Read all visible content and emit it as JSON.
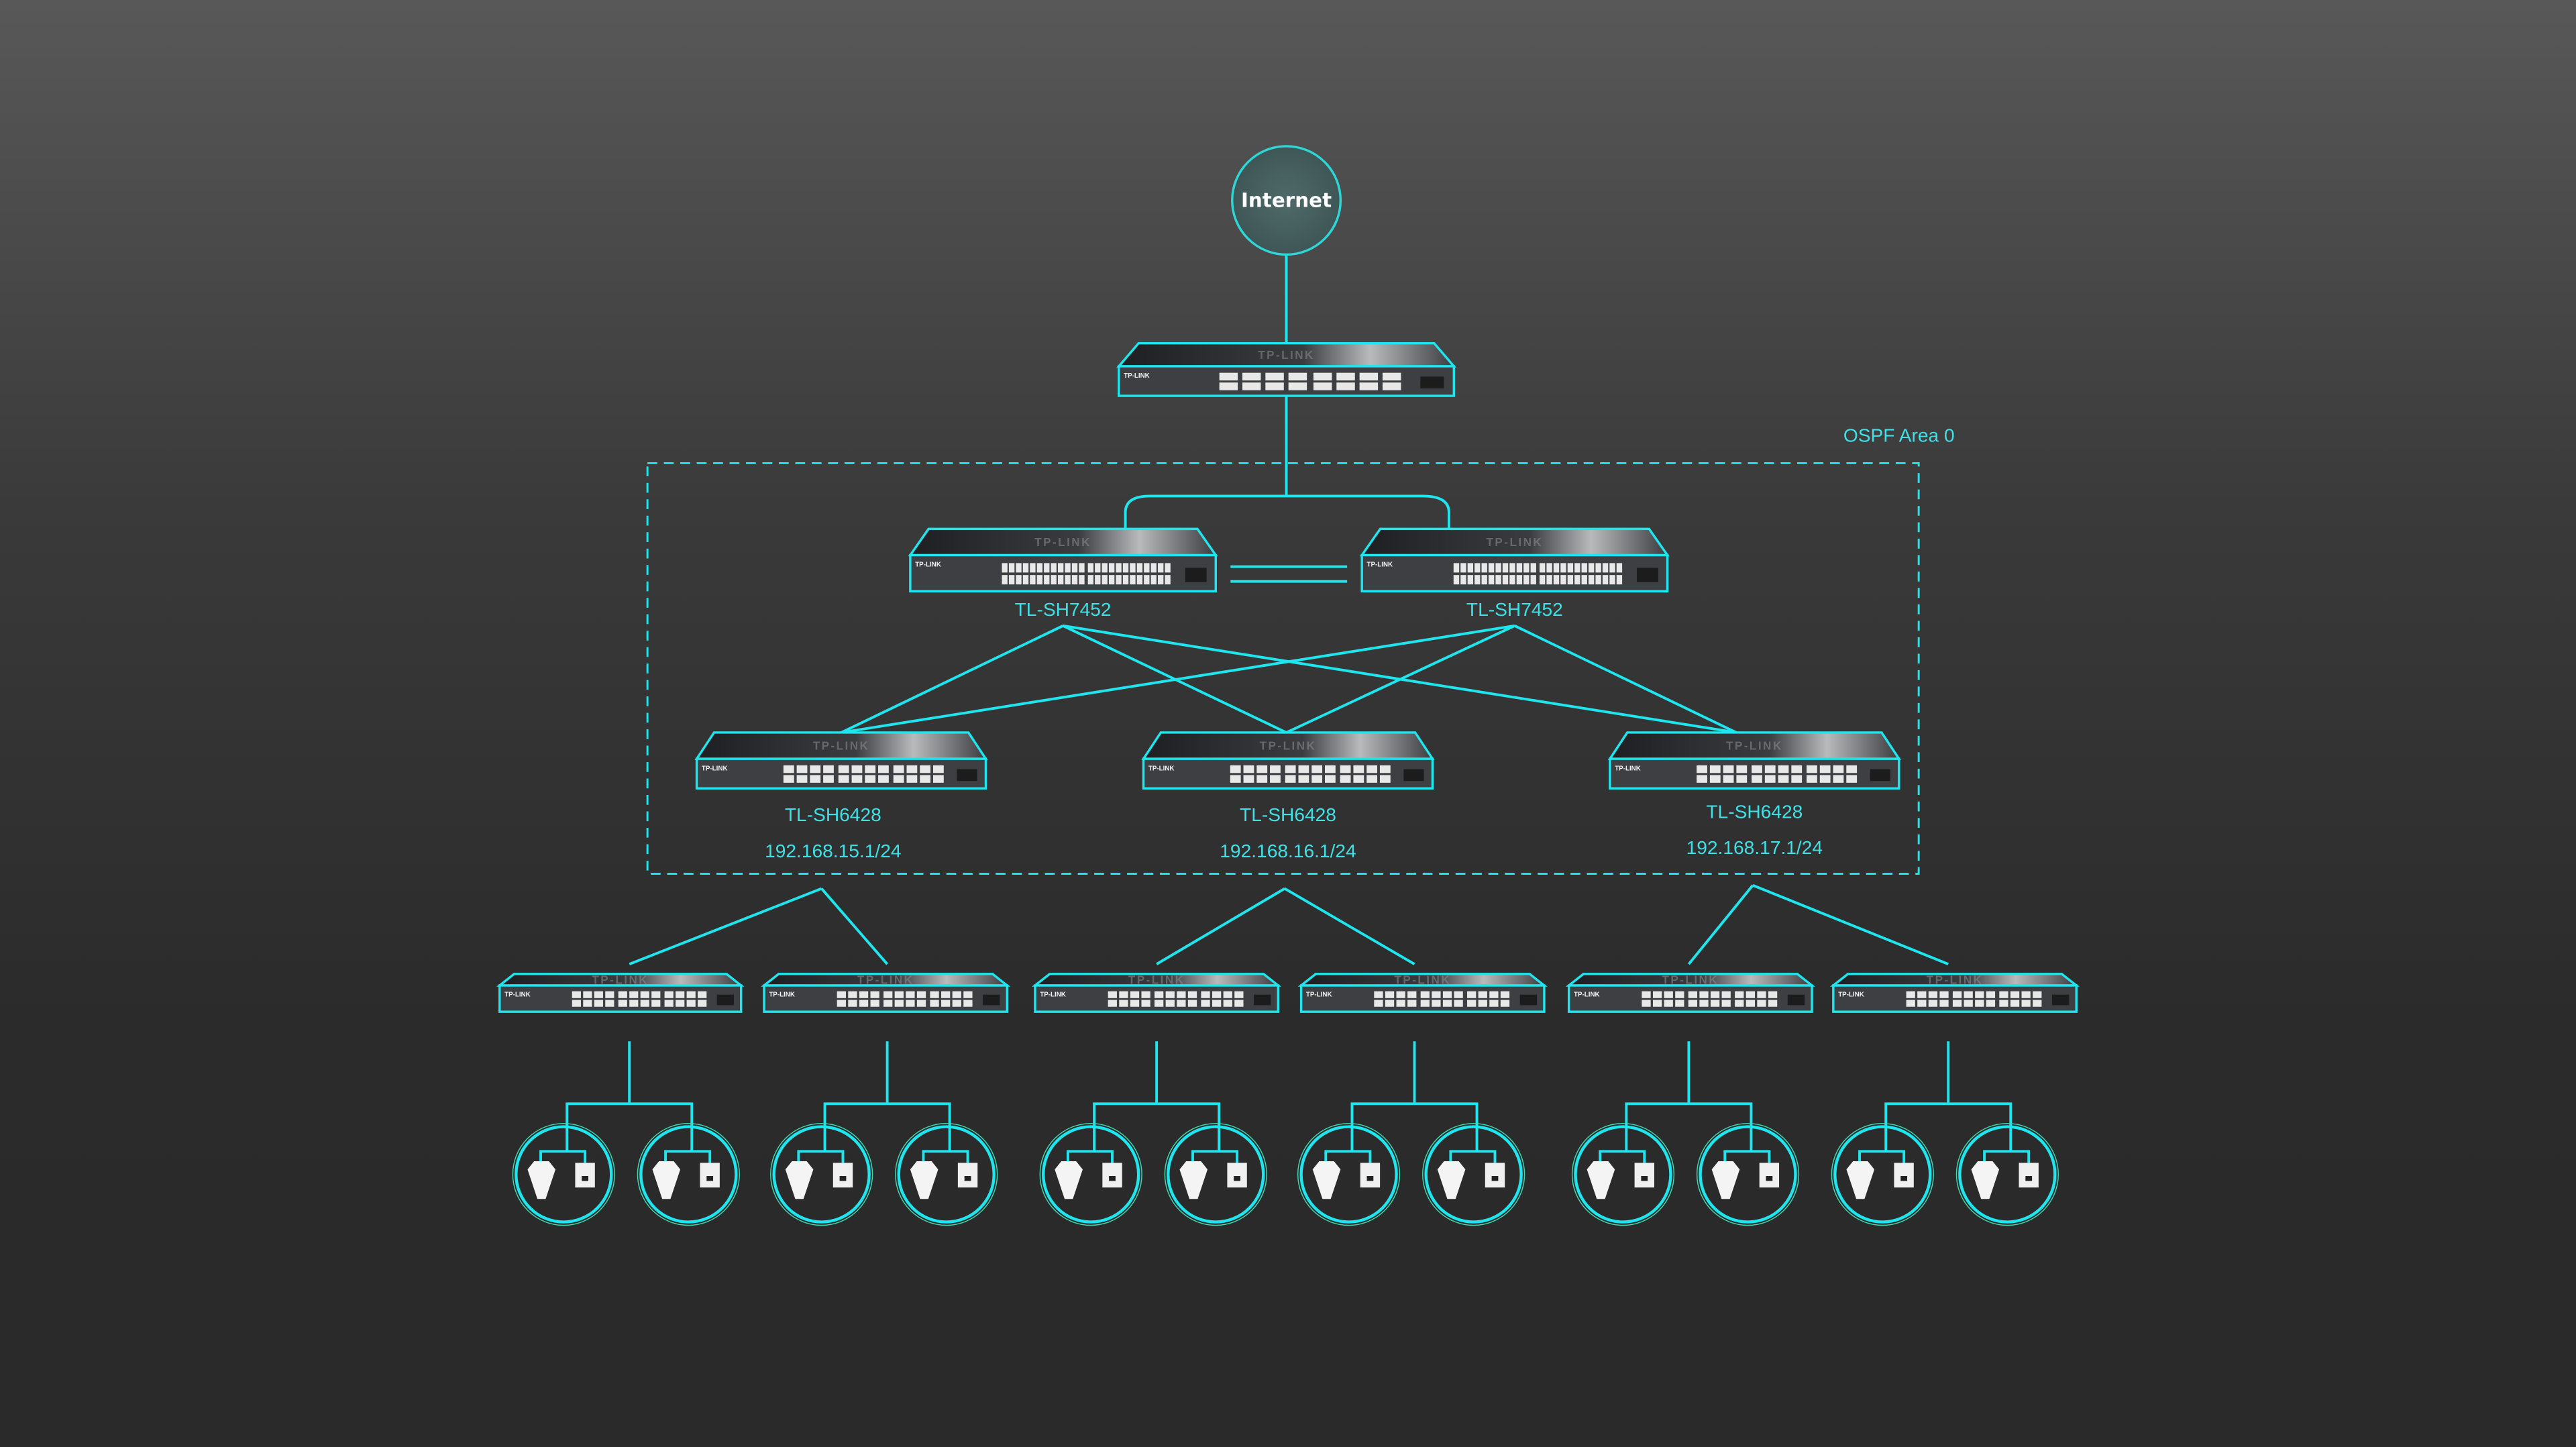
{
  "diagram": {
    "internet_label": "Internet",
    "area_label": "OSPF Area 0",
    "brand": "TP-LINK",
    "core_switches": [
      {
        "model": "TL-SH7452"
      },
      {
        "model": "TL-SH7452"
      }
    ],
    "distribution_switches": [
      {
        "model": "TL-SH6428",
        "subnet": "192.168.15.1/24"
      },
      {
        "model": "TL-SH6428",
        "subnet": "192.168.16.1/24"
      },
      {
        "model": "TL-SH6428",
        "subnet": "192.168.17.1/24"
      }
    ],
    "access_switch_count": 6,
    "access_points_per_switch": 2,
    "colors": {
      "accent": "#1fe6ee",
      "background": "#2b2b2b",
      "device": "#3d3f42"
    }
  }
}
